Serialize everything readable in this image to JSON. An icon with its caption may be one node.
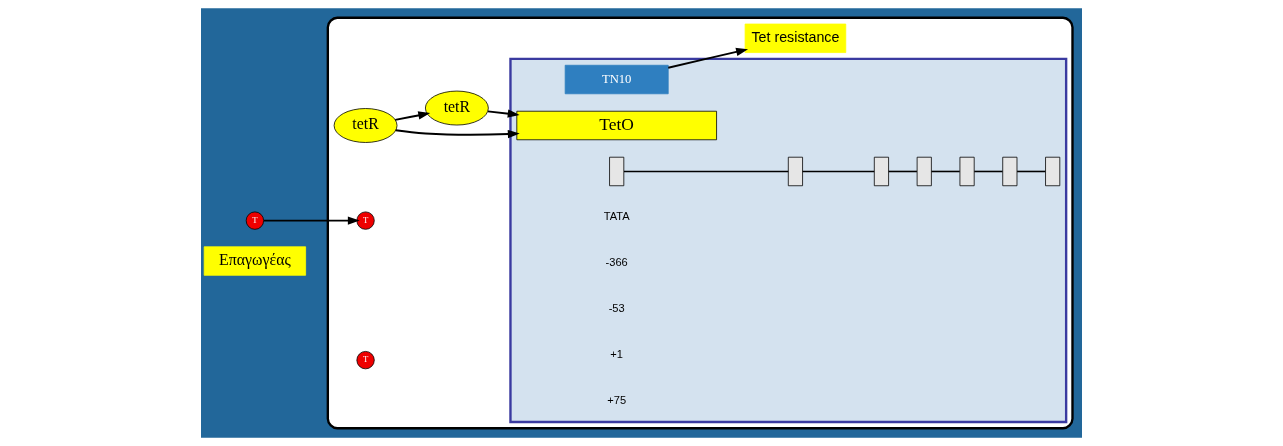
{
  "diagram": {
    "nodes": [
      {
        "text": [
          "Επαγωγέας"
        ]
      },
      {
        "text": [
          "T"
        ]
      },
      {
        "text": [],
        "shape": "box"
      },
      {
        "text": [],
        "shape": "box",
        "in": 2
      },
      {
        "text": [],
        "shape": "box",
        "in": 3
      },
      {
        "text": [],
        "shape": "box",
        "in": 3
      },
      {
        "text": [],
        "shape": "box",
        "in": 3
      },
      {
        "text": [],
        "shape": "box",
        "in": 3
      },
      {
        "text": [],
        "shape": "box",
        "in": 3
      },
      {
        "text": [],
        "shape": "box",
        "in": 3
      },
      {
        "text": [],
        "shape": "box",
        "in": 3
      },
      {
        "text": [
          "TetO"
        ],
        "in": 3
      },
      {
        "text": [
          "TN10"
        ],
        "in": 3
      },
      {
        "text": [
          "tetR"
        ],
        "in": 2
      },
      {
        "text": [
          "T"
        ],
        "in": 2
      },
      {
        "text": [
          "tetR"
        ],
        "in": 2
      },
      {
        "text": [
          "T"
        ],
        "in": 2
      },
      {
        "text": [
          "Tet resistance"
        ],
        "in": 2
      }
    ],
    "edges": [
      {
        "from": 1,
        "to": 14,
        "arrow": "to"
      },
      {
        "from": 13,
        "to": 11,
        "arrow": "to"
      },
      {
        "from": 13,
        "to": 15,
        "arrow": "to"
      },
      {
        "from": 15,
        "to": 11,
        "arrow": "to"
      },
      {
        "from": 12,
        "to": 17,
        "arrow": "to"
      },
      {
        "from": 4,
        "to": 5,
        "arrow": "none"
      },
      {
        "from": 5,
        "to": 6,
        "arrow": "none"
      },
      {
        "from": 6,
        "to": 7,
        "arrow": "none"
      },
      {
        "from": 7,
        "to": 8,
        "arrow": "none"
      },
      {
        "from": 8,
        "to": 9,
        "arrow": "none"
      },
      {
        "from": 9,
        "to": 10,
        "arrow": "none"
      }
    ],
    "labels": [
      "TATA",
      "-366",
      "-53",
      "+1",
      "+75"
    ]
  }
}
